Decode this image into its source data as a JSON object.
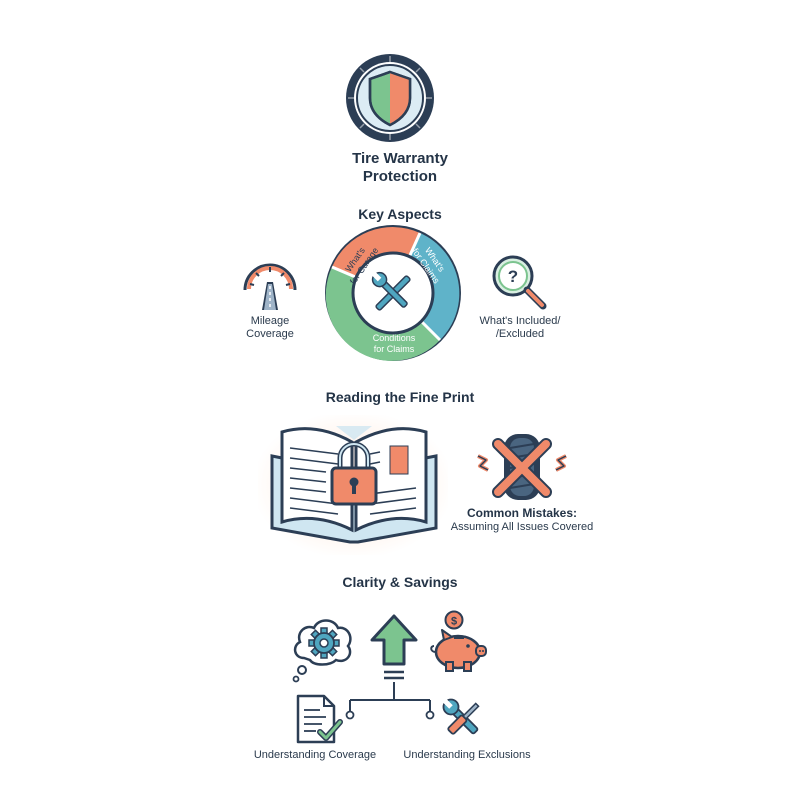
{
  "header": {
    "title_line1": "Tire Warranty",
    "title_line2": "Protection"
  },
  "sections": {
    "key_aspects": "Key Aspects",
    "fine_print": "Reading the Fine Print",
    "clarity": "Clarity & Savings"
  },
  "key_aspects": {
    "mileage_line1": "Mileage",
    "mileage_line2": "Coverage",
    "included_line1": "What's Included/",
    "included_line2": "/Excluded",
    "ring_segment_orange_line1": "What's",
    "ring_segment_orange_line2": "for Curage",
    "ring_segment_blue_line1": "What's",
    "ring_segment_blue_line2": "for Claims",
    "ring_segment_green_line1": "Conditions",
    "ring_segment_green_line2": "for Claims"
  },
  "fine_print": {
    "mistakes_title": "Common Mistakes:",
    "mistakes_detail": "Assuming All Issues Covered"
  },
  "clarity": {
    "understanding_coverage": "Understanding Coverage",
    "understanding_exclusions": "Understanding Exclusions",
    "dollar_symbol": "$"
  },
  "colors": {
    "navy": "#2c3e55",
    "orange": "#f08a6a",
    "teal": "#5fb3c9",
    "green": "#7cc48f",
    "light_blue": "#cfe6f1"
  },
  "icons": [
    "shield-tire-icon",
    "speedometer-road-icon",
    "wrench-screwdriver-icon",
    "magnifier-question-icon",
    "open-book-lock-icon",
    "tire-cross-icon",
    "gear-thought-icon",
    "up-arrow-icon",
    "piggy-bank-icon",
    "checklist-document-icon",
    "tools-icon"
  ]
}
